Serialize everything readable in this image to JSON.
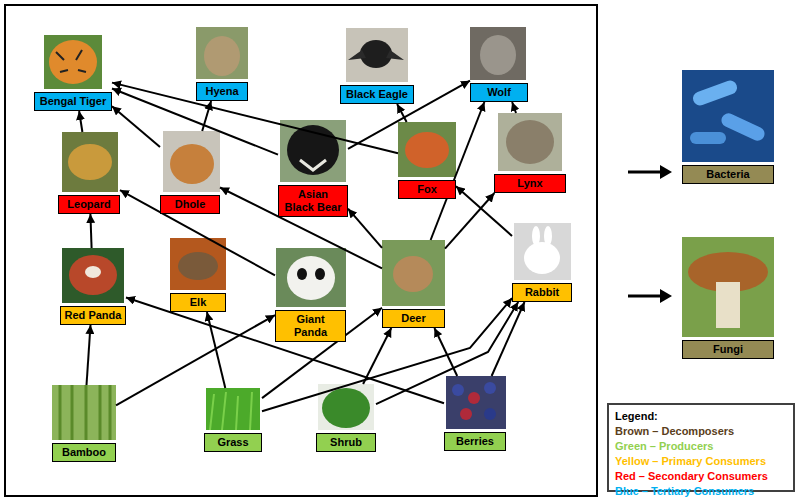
{
  "diagram": {
    "nodes": [
      {
        "text": [
          "Bengal Tiger"
        ]
      },
      {
        "text": [
          "Hyena"
        ]
      },
      {
        "text": [
          "Black Eagle"
        ]
      },
      {
        "text": [
          "Wolf"
        ]
      },
      {
        "text": [
          "Leopard"
        ]
      },
      {
        "text": [
          "Dhole"
        ]
      },
      {
        "text": [
          "Asian Black Bear"
        ]
      },
      {
        "text": [
          "Fox"
        ]
      },
      {
        "text": [
          "Lynx"
        ]
      },
      {
        "text": [
          "Red Panda"
        ]
      },
      {
        "text": [
          "Elk"
        ]
      },
      {
        "text": [
          "Giant Panda"
        ]
      },
      {
        "text": [
          "Deer"
        ]
      },
      {
        "text": [
          "Rabbit"
        ]
      },
      {
        "text": [
          "Bamboo"
        ]
      },
      {
        "text": [
          "Grass"
        ]
      },
      {
        "text": [
          "Shrub"
        ]
      },
      {
        "text": [
          "Berries"
        ]
      },
      {
        "text": [
          "Bacteria"
        ]
      },
      {
        "text": [
          "Fungi"
        ]
      }
    ],
    "edges": [
      {
        "from": 4,
        "to": 0,
        "arrow": "to"
      },
      {
        "from": 5,
        "to": 0,
        "arrow": "to"
      },
      {
        "from": 6,
        "to": 0,
        "arrow": "to"
      },
      {
        "from": 7,
        "to": 0,
        "arrow": "to"
      },
      {
        "from": 5,
        "to": 1,
        "arrow": "to"
      },
      {
        "from": 7,
        "to": 2,
        "arrow": "to"
      },
      {
        "from": 6,
        "to": 3,
        "arrow": "to"
      },
      {
        "from": 12,
        "to": 3,
        "arrow": "to"
      },
      {
        "from": 8,
        "to": 3,
        "arrow": "to"
      },
      {
        "from": 9,
        "to": 4,
        "arrow": "to"
      },
      {
        "from": 11,
        "to": 4,
        "arrow": "to"
      },
      {
        "from": 12,
        "to": 5,
        "arrow": "to"
      },
      {
        "from": 12,
        "to": 6,
        "arrow": "to"
      },
      {
        "from": 13,
        "to": 7,
        "arrow": "to"
      },
      {
        "from": 12,
        "to": 8,
        "arrow": "to"
      },
      {
        "from": 14,
        "to": 9,
        "arrow": "to"
      },
      {
        "from": 17,
        "to": 9,
        "arrow": "to"
      },
      {
        "from": 15,
        "to": 10,
        "arrow": "to"
      },
      {
        "from": 14,
        "to": 11,
        "arrow": "to"
      },
      {
        "from": 15,
        "to": 12,
        "arrow": "to"
      },
      {
        "from": 16,
        "to": 12,
        "arrow": "to"
      },
      {
        "from": 17,
        "to": 12,
        "arrow": "to"
      },
      {
        "from": 15,
        "to": 13,
        "arrow": "to"
      },
      {
        "from": 16,
        "to": 13,
        "arrow": "to"
      },
      {
        "from": 17,
        "to": 13,
        "arrow": "to"
      }
    ],
    "labels": [
      "Legend:"
    ],
    "legend": [
      {
        "text": "Brown – Decomposers",
        "color": "#5a3e1b"
      },
      {
        "text": "Green – Producers",
        "color": "#92d050"
      },
      {
        "text": "Yellow – Primary Consumers",
        "color": "#ffc000"
      },
      {
        "text": "Red – Secondary Consumers",
        "color": "#ff0000"
      },
      {
        "text": "Blue – Tertiary Consumers",
        "color": "#00b0f0"
      }
    ]
  }
}
